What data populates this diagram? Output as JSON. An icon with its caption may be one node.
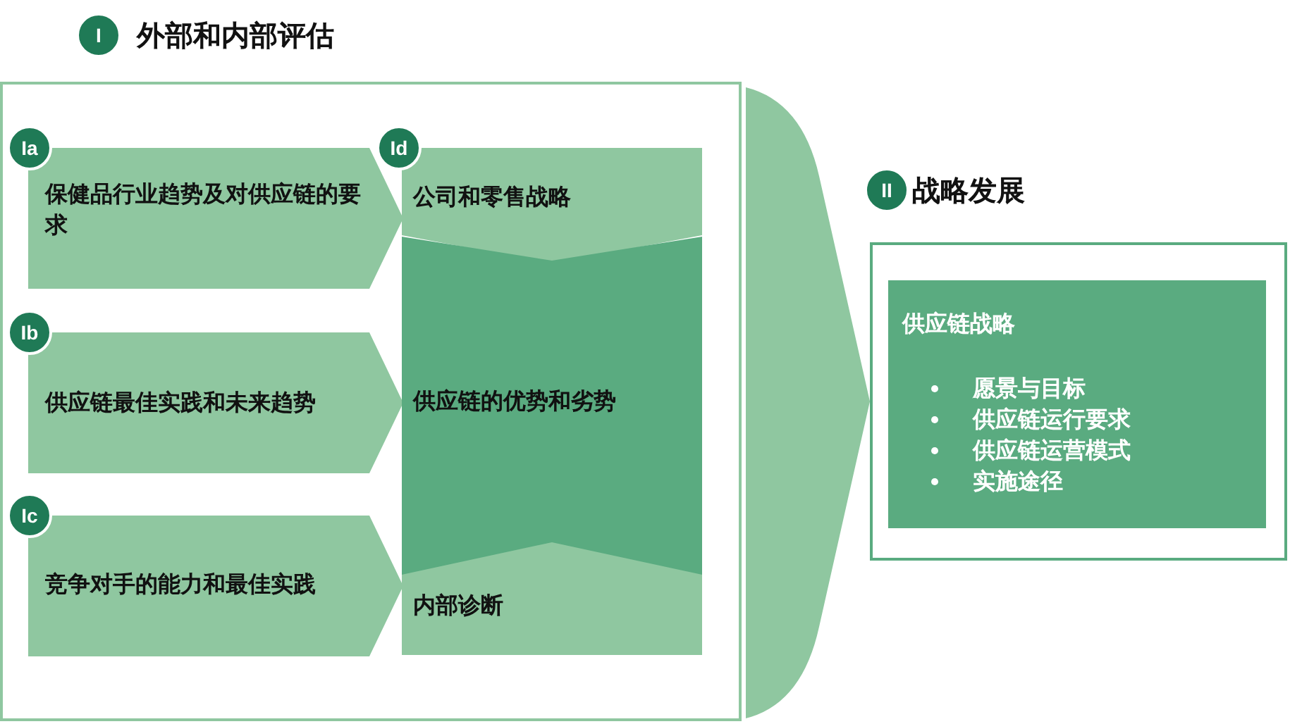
{
  "diagram": {
    "nodes": [
      {
        "text": [
          "外部和内部评估"
        ],
        "beside": [
          "I"
        ]
      },
      {
        "text": [
          "Ia",
          "保健品行业趋势及对供应链的要求"
        ],
        "in": 0
      },
      {
        "text": [
          "Id",
          "公司和零售战略"
        ],
        "in": 0
      },
      {
        "text": [
          "Ib",
          "供应链最佳实践和未来趋势"
        ],
        "in": 0
      },
      {
        "text": [
          "供应链的优势和劣势"
        ],
        "in": 0
      },
      {
        "text": [
          "Ic",
          "竞争对手的能力和最佳实践"
        ],
        "in": 0
      },
      {
        "text": [
          "内部诊断"
        ],
        "in": 0
      },
      {
        "text": [
          "战略发展"
        ],
        "beside": [
          "II"
        ]
      },
      {
        "text": [
          "供应链战略",
          "愿景与目标",
          "供应链运行要求",
          "供应链运营模式",
          "实施途径"
        ],
        "in": 7
      }
    ],
    "edges": [
      {
        "from": 0,
        "to": 7,
        "arrow": "to",
        "style": "thick"
      }
    ]
  }
}
